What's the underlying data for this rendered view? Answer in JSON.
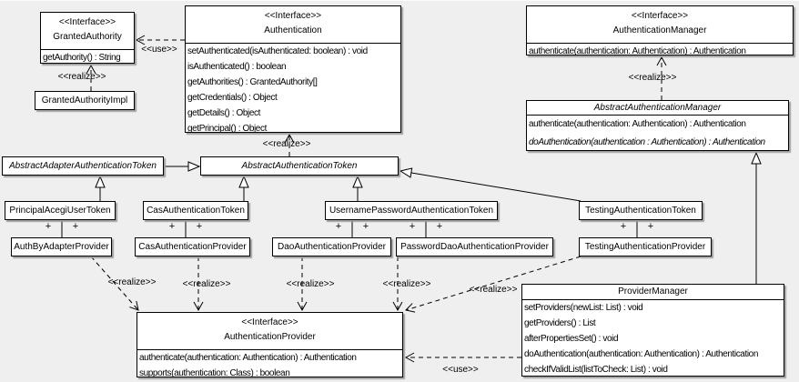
{
  "diagram": {
    "background_color": "#efefef",
    "line_color": "#000000",
    "box_fill": "#ffffff",
    "type": "uml-class-diagram",
    "subject": "Acegi/Spring Security authentication classes"
  },
  "edge_labels": {
    "use": "<<use>>",
    "realize": "<<realize>>",
    "plus": "+"
  },
  "classes": {
    "granted_authority": {
      "stereotype": "<<Interface>>",
      "name": "GrantedAuthority",
      "methods": [
        "getAuthority() : String"
      ]
    },
    "granted_authority_impl": {
      "name": "GrantedAuthorityImpl"
    },
    "authentication": {
      "stereotype": "<<Interface>>",
      "name": "Authentication",
      "methods": [
        "setAuthenticated(isAuthenticated: boolean) : void",
        "isAuthenticated() : boolean",
        "getAuthorities() : GrantedAuthority[]",
        "getCredentials() : Object",
        "getDetails() : Object",
        "getPrincipal() : Object"
      ]
    },
    "authentication_manager": {
      "stereotype": "<<Interface>>",
      "name": "AuthenticationManager",
      "methods": [
        "authenticate(authentication: Authentication) : Authentication"
      ]
    },
    "abstract_authentication_manager": {
      "name": "AbstractAuthenticationManager",
      "methods": [
        "authenticate(authentication: Authentication) : Authentication",
        "doAuthentication(authentication : Authentication) : Authentication"
      ]
    },
    "abstract_adapter_authentication_token": {
      "name": "AbstractAdapterAuthenticationToken"
    },
    "abstract_authentication_token": {
      "name": "AbstractAuthenticationToken"
    },
    "principal_acegi_user_token": {
      "name": "PrincipalAcegiUserToken"
    },
    "cas_authentication_token": {
      "name": "CasAuthenticationToken"
    },
    "username_password_authentication_token": {
      "name": "UsernamePasswordAuthenticationToken"
    },
    "testing_authentication_token": {
      "name": "TestingAuthenticationToken"
    },
    "auth_by_adapter_provider": {
      "name": "AuthByAdapterProvider"
    },
    "cas_authentication_provider": {
      "name": "CasAuthenticationProvider"
    },
    "dao_authentication_provider": {
      "name": "DaoAuthenticationProvider"
    },
    "password_dao_authentication_provider": {
      "name": "PasswordDaoAuthenticationProvider"
    },
    "testing_authentication_provider": {
      "name": "TestingAuthenticationProvider"
    },
    "authentication_provider": {
      "stereotype": "<<Interface>>",
      "name": "AuthenticationProvider",
      "methods": [
        "authenticate(authentication: Authentication) : Authentication",
        "supports(authentication: Class) : boolean"
      ]
    },
    "provider_manager": {
      "name": "ProviderManager",
      "methods": [
        "setProviders(newList: List) : void",
        "getProviders() : List",
        "afterPropertiesSet() : void",
        "doAuthentication(authentication: Authentication) : Authentication",
        "checkIfValidList(listToCheck: List) : void"
      ]
    }
  }
}
